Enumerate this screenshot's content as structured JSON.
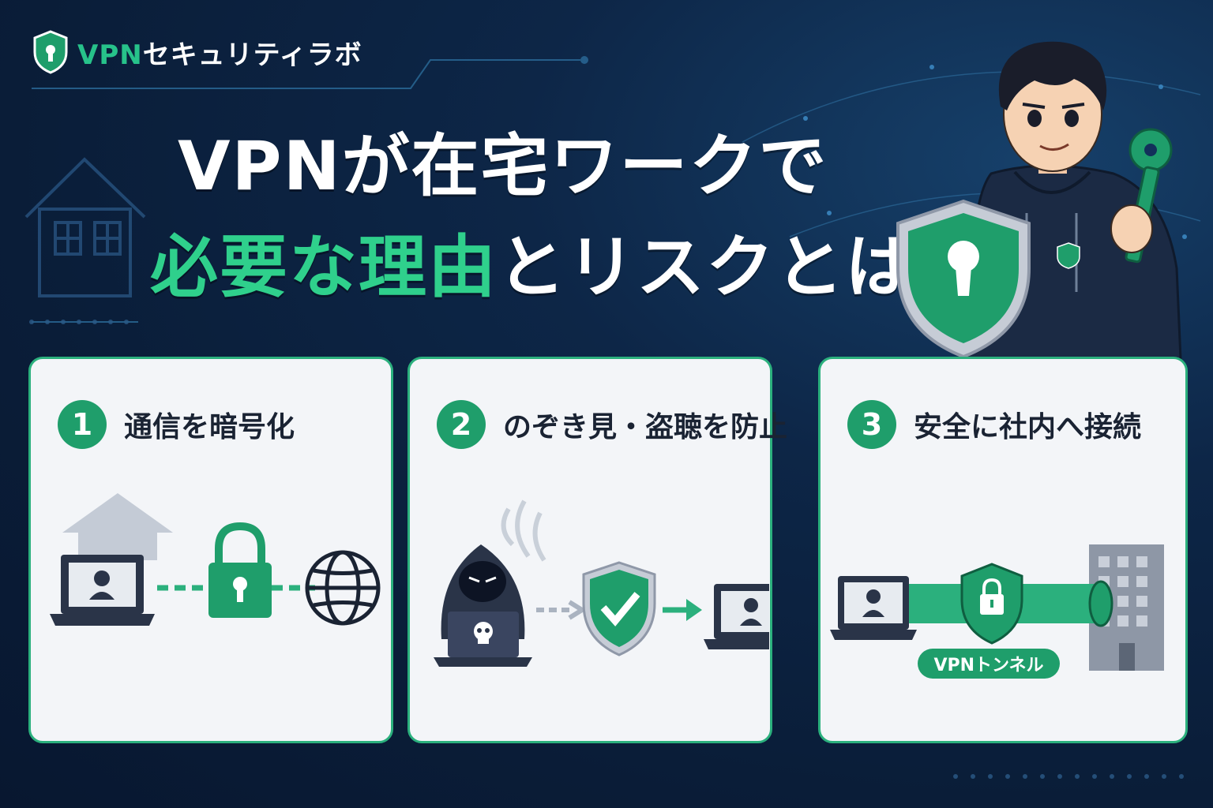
{
  "brand": {
    "name_prefix": "VPN",
    "name_suffix": "セキュリティラボ"
  },
  "headline": {
    "line1": "VPNが在宅ワークで",
    "line2_green": "必要な理由",
    "line2_white": "とリスクとは"
  },
  "cards": [
    {
      "number": "1",
      "title": "通信を暗号化"
    },
    {
      "number": "2",
      "title": "のぞき見・盗聴を防止"
    },
    {
      "number": "3",
      "title": "安全に社内へ接続"
    }
  ],
  "tunnel_label": "VPNトンネル",
  "colors": {
    "accent": "#2fd08c",
    "dark_green": "#1f9e6b",
    "navy": "#0a1d38",
    "card_bg": "#f3f5f8"
  },
  "icons": [
    "shield-lock-icon",
    "house-icon",
    "laptop-user-icon",
    "padlock-icon",
    "globe-icon",
    "hacker-icon",
    "skull-icon",
    "shield-check-icon",
    "building-icon",
    "key-icon"
  ]
}
